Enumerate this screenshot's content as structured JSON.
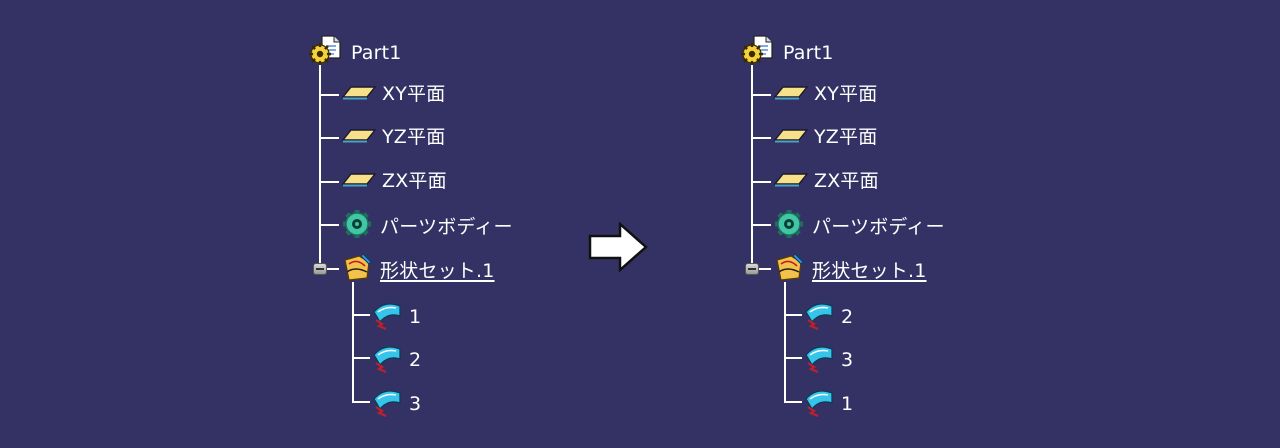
{
  "trees": [
    {
      "id": "before",
      "root": "Part1",
      "planes": [
        "XY平面",
        "YZ平面",
        "ZX平面"
      ],
      "body": "パーツボディー",
      "geo_set": "形状セット.1",
      "children": [
        "1",
        "2",
        "3"
      ]
    },
    {
      "id": "after",
      "root": "Part1",
      "planes": [
        "XY平面",
        "YZ平面",
        "ZX平面"
      ],
      "body": "パーツボディー",
      "geo_set": "形状セット.1",
      "children": [
        "2",
        "3",
        "1"
      ]
    }
  ],
  "icons": {
    "part": "part-document-icon",
    "plane": "plane-icon",
    "body": "part-body-gear-icon",
    "geo_set": "geometrical-set-icon",
    "feature": "surface-feature-icon",
    "collapse": "collapse-toggle-icon",
    "arrow": "right-arrow-icon"
  },
  "colors": {
    "background": "#343264",
    "plane_fill": "#f6e08a",
    "body_green": "#3fc7a6",
    "feature_cyan": "#37c4ea",
    "feature_red": "#c0202a"
  }
}
